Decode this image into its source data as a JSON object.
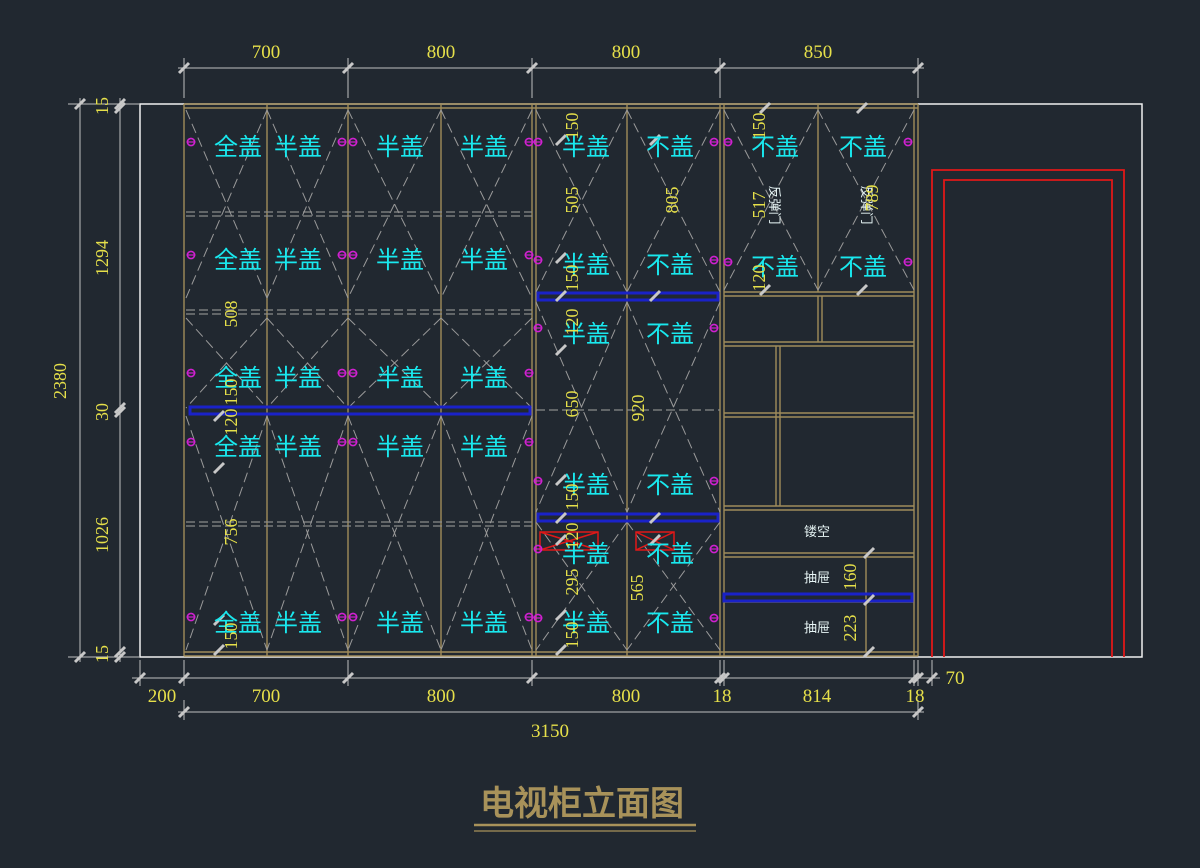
{
  "title": "电视柜立面图",
  "colors": {
    "background": "#212830",
    "cabinet_line": "#a08c5a",
    "dimension_text": "#e6e04a",
    "label_text": "#19e8ee",
    "outline": "#f0f0f0",
    "red": "#e01818",
    "blue": "#1a22c8",
    "hinge": "#d020d0"
  },
  "dims": {
    "top": [
      "700",
      "800",
      "800",
      "850"
    ],
    "bottom_a": [
      "200",
      "700",
      "800",
      "800",
      "18",
      "814",
      "18",
      "70"
    ],
    "bottom_total": "3150",
    "left_outer": "2380",
    "left_inner": [
      "15",
      "1294",
      "30",
      "1026",
      "15"
    ],
    "inner": [
      "150",
      "505",
      "805",
      "517",
      "789",
      "150",
      "120",
      "650",
      "920",
      "508",
      "150",
      "120",
      "756",
      "150",
      "150",
      "120",
      "295",
      "565",
      "160",
      "223",
      "150",
      "120",
      "150"
    ]
  },
  "labels": {
    "full": "全盖",
    "half": "半盖",
    "none": "不盖",
    "hollow": "镂空",
    "drawer": "抽屉",
    "rebound": "反弹门"
  }
}
